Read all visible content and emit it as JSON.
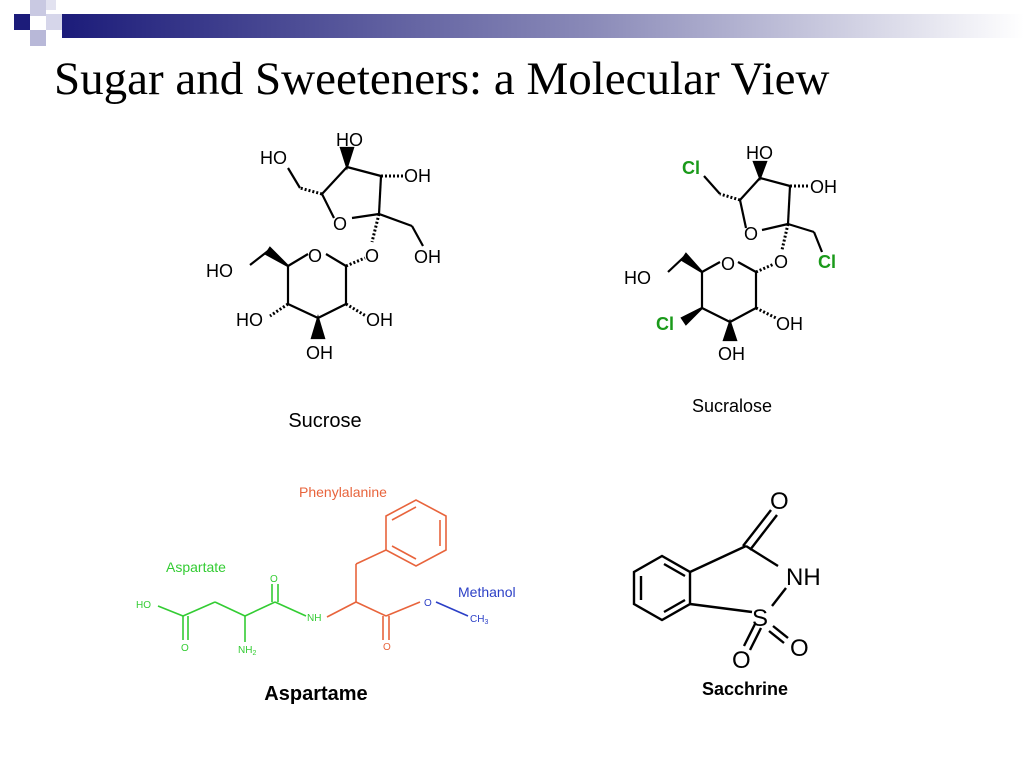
{
  "title": "Sugar and Sweeteners: a Molecular View",
  "colors": {
    "header_navy": "#1c1c7a",
    "header_gradient_end": "#ffffff",
    "chlorine_green": "#1a9a1a",
    "aspartate_green": "#33cc33",
    "phenylalanine_orange": "#e8643c",
    "methanol_blue": "#2b3fc6",
    "bond_black": "#000000"
  },
  "molecules": {
    "sucrose": {
      "name": "Sucrose",
      "atoms": {
        "ho_top": "HO",
        "ho_left": "HO",
        "oh_right": "OH",
        "o_ring": "O",
        "o_link": "O",
        "oh_ch2": "OH",
        "ho_ch2": "HO",
        "o_pyranose": "O",
        "ho_c4": "HO",
        "oh_c2": "OH",
        "oh_c3": "OH"
      }
    },
    "sucralose": {
      "name": "Sucralose",
      "atoms": {
        "ho_top": "HO",
        "cl_left": "Cl",
        "oh_right": "OH",
        "o_ring": "O",
        "o_link": "O",
        "cl_ch2": "Cl",
        "ho_ch2": "HO",
        "o_pyranose": "O",
        "cl_c4": "Cl",
        "oh_c2": "OH",
        "oh_c3": "OH"
      }
    },
    "aspartame": {
      "name": "Aspartame",
      "parts": {
        "phenylalanine": "Phenylalanine",
        "aspartate": "Aspartate",
        "methanol": "Methanol"
      },
      "atoms": {
        "ho": "HO",
        "o_acid": "O",
        "nh2": "NH",
        "nh2_sub": "2",
        "o_amide": "O",
        "nh": "NH",
        "o_ester_db": "O",
        "o_ester": "O",
        "ch3": "CH",
        "ch3_sub": "3"
      }
    },
    "saccharine": {
      "name": "Sacchrine",
      "atoms": {
        "o_carbonyl": "O",
        "nh": "NH",
        "s": "S",
        "o_left": "O",
        "o_right": "O"
      }
    }
  }
}
